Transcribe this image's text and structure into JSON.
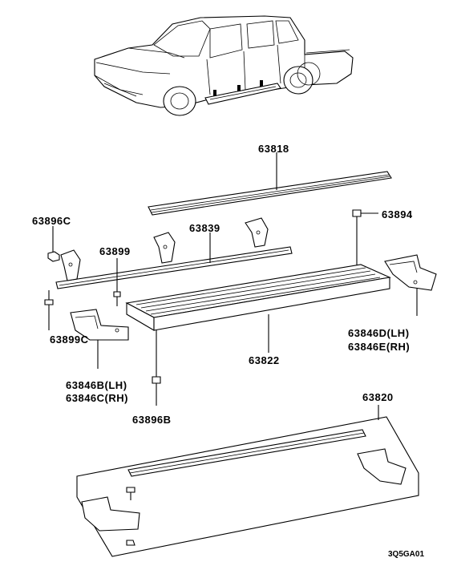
{
  "parts": {
    "p63818": "63818",
    "p63896C": "63896C",
    "p63839": "63839",
    "p63894": "63894",
    "p63899": "63899",
    "p63899C": "63899C",
    "p63822": "63822",
    "p63846D": "63846D(LH)",
    "p63846E": "63846E(RH)",
    "p63846B": "63846B(LH)",
    "p63846C": "63846C(RH)",
    "p63896B": "63896B",
    "p63820": "63820"
  },
  "diagram_code": "3Q5GA01"
}
